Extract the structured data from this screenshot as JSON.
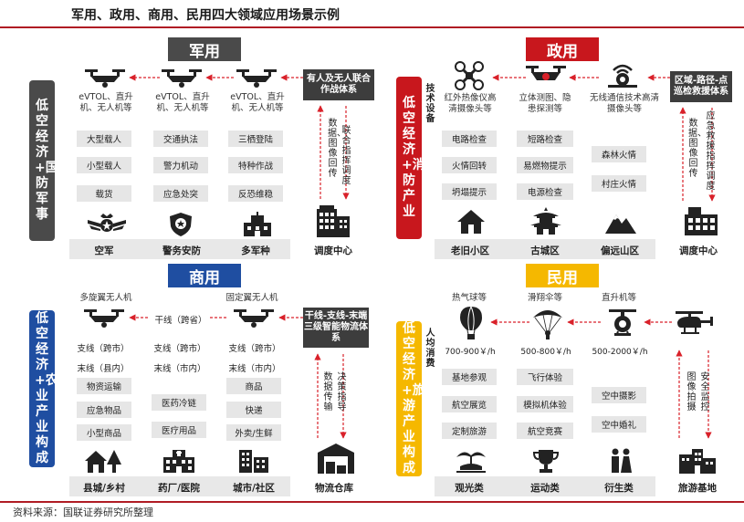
{
  "page_title": "军用、政用、商用、民用四大领域应用场景示例",
  "source": "资料来源：国联证券研究所整理",
  "colors": {
    "military_title": "#4a4a4a",
    "gov": "#c8171d",
    "commercial": "#1f4ea1",
    "civil": "#f5b800",
    "arrow": "#d9212a"
  },
  "military": {
    "title": "军用",
    "band": "低空经济+国防军事",
    "system_box": "有人及无人联合作战体系",
    "drones": [
      {
        "icon": "drone-icon",
        "caption": "eVTOL、直升机、无人机等"
      },
      {
        "icon": "drone-icon",
        "caption": "eVTOL、直升机、无人机等"
      },
      {
        "icon": "drone-icon",
        "caption": "eVTOL、直升机、无人机等"
      }
    ],
    "columns": [
      [
        "大型载人",
        "小型载人",
        "载货"
      ],
      [
        "交通执法",
        "警力机动",
        "应急处突"
      ],
      [
        "三栖登陆",
        "特种作战",
        "反恐维稳"
      ]
    ],
    "arrow_up_text": "数据、图像回传",
    "arrow_down_text": "联合指挥调度",
    "bottom": [
      {
        "icon": "air-force-icon",
        "label": "空军"
      },
      {
        "icon": "police-badge-icon",
        "label": "警务安防"
      },
      {
        "icon": "military-base-icon",
        "label": "多军种"
      },
      {
        "icon": "dispatch-center-icon",
        "label": "调度中心"
      }
    ]
  },
  "gov": {
    "title": "政用",
    "band": "低空经济+消防产业",
    "side_label": "技术设备",
    "system_box": "区域-路径-点巡检救援体系",
    "drones": [
      {
        "icon": "drone-icon",
        "caption": "红外热像仪高清摄像头等"
      },
      {
        "icon": "drone-icon",
        "caption": "立体测图、隐患探测等"
      },
      {
        "icon": "wireless-drone-icon",
        "caption": "无线通信技术高清摄像头等"
      }
    ],
    "columns": [
      [
        "电路检查",
        "火情回转",
        "坍塌提示"
      ],
      [
        "短路检查",
        "易燃物提示",
        "电源检查"
      ],
      [
        "森林火情",
        "村庄火情"
      ]
    ],
    "arrow_up_text": "数据、图像回传",
    "arrow_down_text": "应急救援指挥调度",
    "bottom": [
      {
        "icon": "house-icon",
        "label": "老旧小区"
      },
      {
        "icon": "pagoda-icon",
        "label": "古城区"
      },
      {
        "icon": "mountain-icon",
        "label": "偏远山区"
      },
      {
        "icon": "dispatch-center-icon",
        "label": "调度中心"
      }
    ]
  },
  "commercial": {
    "title": "商用",
    "band": "低空经济+农业产业构成",
    "system_box": "干线-支线-末端三级智能物流体系",
    "drone_left_caption": "多旋翼无人机",
    "drone_right_caption": "固定翼无人机",
    "trunk_label": "干线（跨省）",
    "branch_labels": [
      "支线（跨市）",
      "支线（跨市）",
      "支线（跨市）"
    ],
    "end_labels": [
      "末线（县内）",
      "末线（市内）",
      "末线（市内）"
    ],
    "columns": [
      [
        "物资运输",
        "应急物品",
        "小型商品"
      ],
      [
        "医药冷链",
        "医疗用品"
      ],
      [
        "商品",
        "快递",
        "外卖/生鲜"
      ]
    ],
    "arrow_up_text": "数据传输",
    "arrow_down_text": "决策指导",
    "bottom": [
      {
        "icon": "village-icon",
        "label": "县城/乡村"
      },
      {
        "icon": "hospital-icon",
        "label": "药厂/医院"
      },
      {
        "icon": "city-icon",
        "label": "城市/社区"
      },
      {
        "icon": "warehouse-icon",
        "label": "物流仓库"
      }
    ]
  },
  "civil": {
    "title": "民用",
    "band": "低空经济+旅游产业构成",
    "side_label": "人均消费",
    "aircraft": [
      {
        "icon": "hot-air-balloon-icon",
        "caption": "热气球等",
        "price": "700-900￥/h"
      },
      {
        "icon": "paraglider-icon",
        "caption": "滑翔伞等",
        "price": "500-800￥/h"
      },
      {
        "icon": "helicopter-icon",
        "caption": "直升机等",
        "price": "500-2000￥/h"
      },
      {
        "icon": "helicopter-icon",
        "caption": "",
        "price": ""
      }
    ],
    "columns": [
      [
        "基地参观",
        "航空展览",
        "定制旅游"
      ],
      [
        "飞行体验",
        "模拟机体验",
        "航空竞赛"
      ],
      [
        "空中摄影",
        "空中婚礼"
      ]
    ],
    "arrow_up_text": "图像拍摄",
    "arrow_down_text": "安全监控",
    "bottom": [
      {
        "icon": "beach-icon",
        "label": "观光类"
      },
      {
        "icon": "trophy-icon",
        "label": "运动类"
      },
      {
        "icon": "couple-icon",
        "label": "衍生类"
      },
      {
        "icon": "tourism-base-icon",
        "label": "旅游基地"
      }
    ]
  }
}
